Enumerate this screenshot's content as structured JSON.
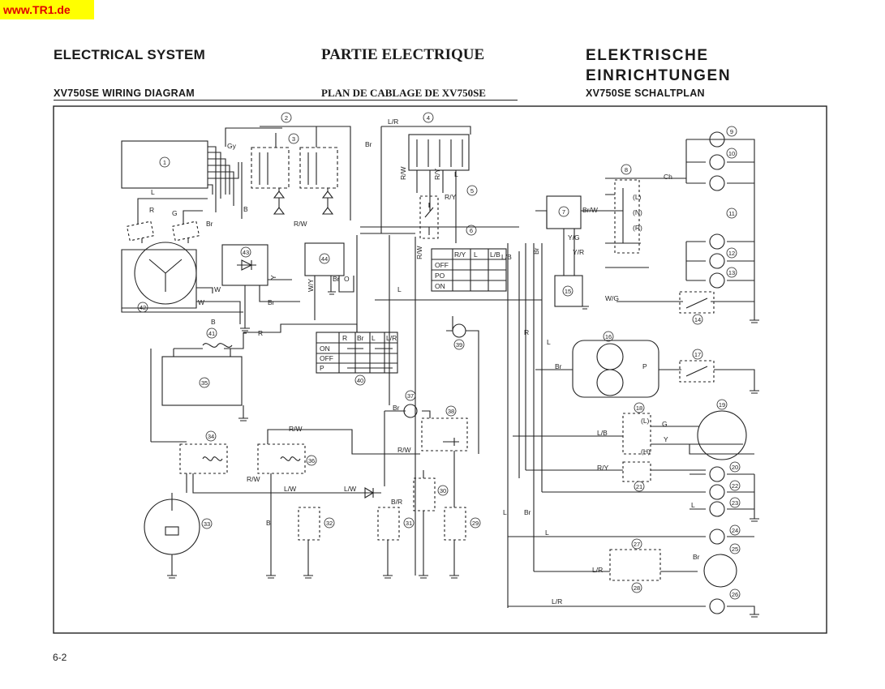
{
  "watermark": "www.TR1.de",
  "headers": {
    "en_title": "ELECTRICAL SYSTEM",
    "fr_title": "PARTIE ELECTRIQUE",
    "de_title_1": "ELEKTRISCHE",
    "de_title_2": "EINRICHTUNGEN",
    "en_sub": "XV750SE WIRING DIAGRAM",
    "fr_sub": "PLAN DE CABLAGE DE XV750SE",
    "de_sub": "XV750SE SCHALTPLAN"
  },
  "page_number": "6-2",
  "component_numbers": [
    "1",
    "2",
    "3",
    "4",
    "5",
    "6",
    "7",
    "8",
    "9",
    "10",
    "11",
    "12",
    "13",
    "14",
    "15",
    "16",
    "17",
    "18",
    "19",
    "20",
    "21",
    "22",
    "23",
    "24",
    "25",
    "26",
    "27",
    "28",
    "29",
    "30",
    "31",
    "32",
    "33",
    "34",
    "35",
    "36",
    "37",
    "38",
    "39",
    "40",
    "41",
    "42",
    "43",
    "44"
  ],
  "wire_labels": [
    "Gy",
    "L",
    "R",
    "G",
    "Br",
    "B",
    "R/W",
    "L/R",
    "Br",
    "R/W",
    "R/Y",
    "L",
    "R/W",
    "R/Y",
    "L",
    "L/B",
    "Br/W",
    "Y/G",
    "Y/R",
    "Br",
    "W/G",
    "Ch",
    "Y",
    "Br",
    "Br",
    "O",
    "W/Y",
    "W",
    "W",
    "R",
    "L",
    "R",
    "L/R",
    "Br",
    "P",
    "L/B",
    "G",
    "Y",
    "R/Y",
    "L",
    "Br",
    "L",
    "L",
    "Br",
    "L/R",
    "R/W",
    "R/W",
    "R/W",
    "L/W",
    "L/W",
    "B/R",
    "Br",
    "B",
    "B"
  ],
  "switch_tables": {
    "main": {
      "headers": [
        "R",
        "Br",
        "L",
        "L/R"
      ],
      "rows": [
        "ON",
        "OFF",
        "P"
      ]
    },
    "light": {
      "headers": [
        "R/Y",
        "L",
        "L/B"
      ],
      "rows": [
        "OFF",
        "PO",
        "ON"
      ]
    }
  },
  "dimmer_labels": [
    "(L)",
    "(H)"
  ],
  "handlebar_labels": [
    "(L)",
    "(N)",
    "(R)"
  ]
}
